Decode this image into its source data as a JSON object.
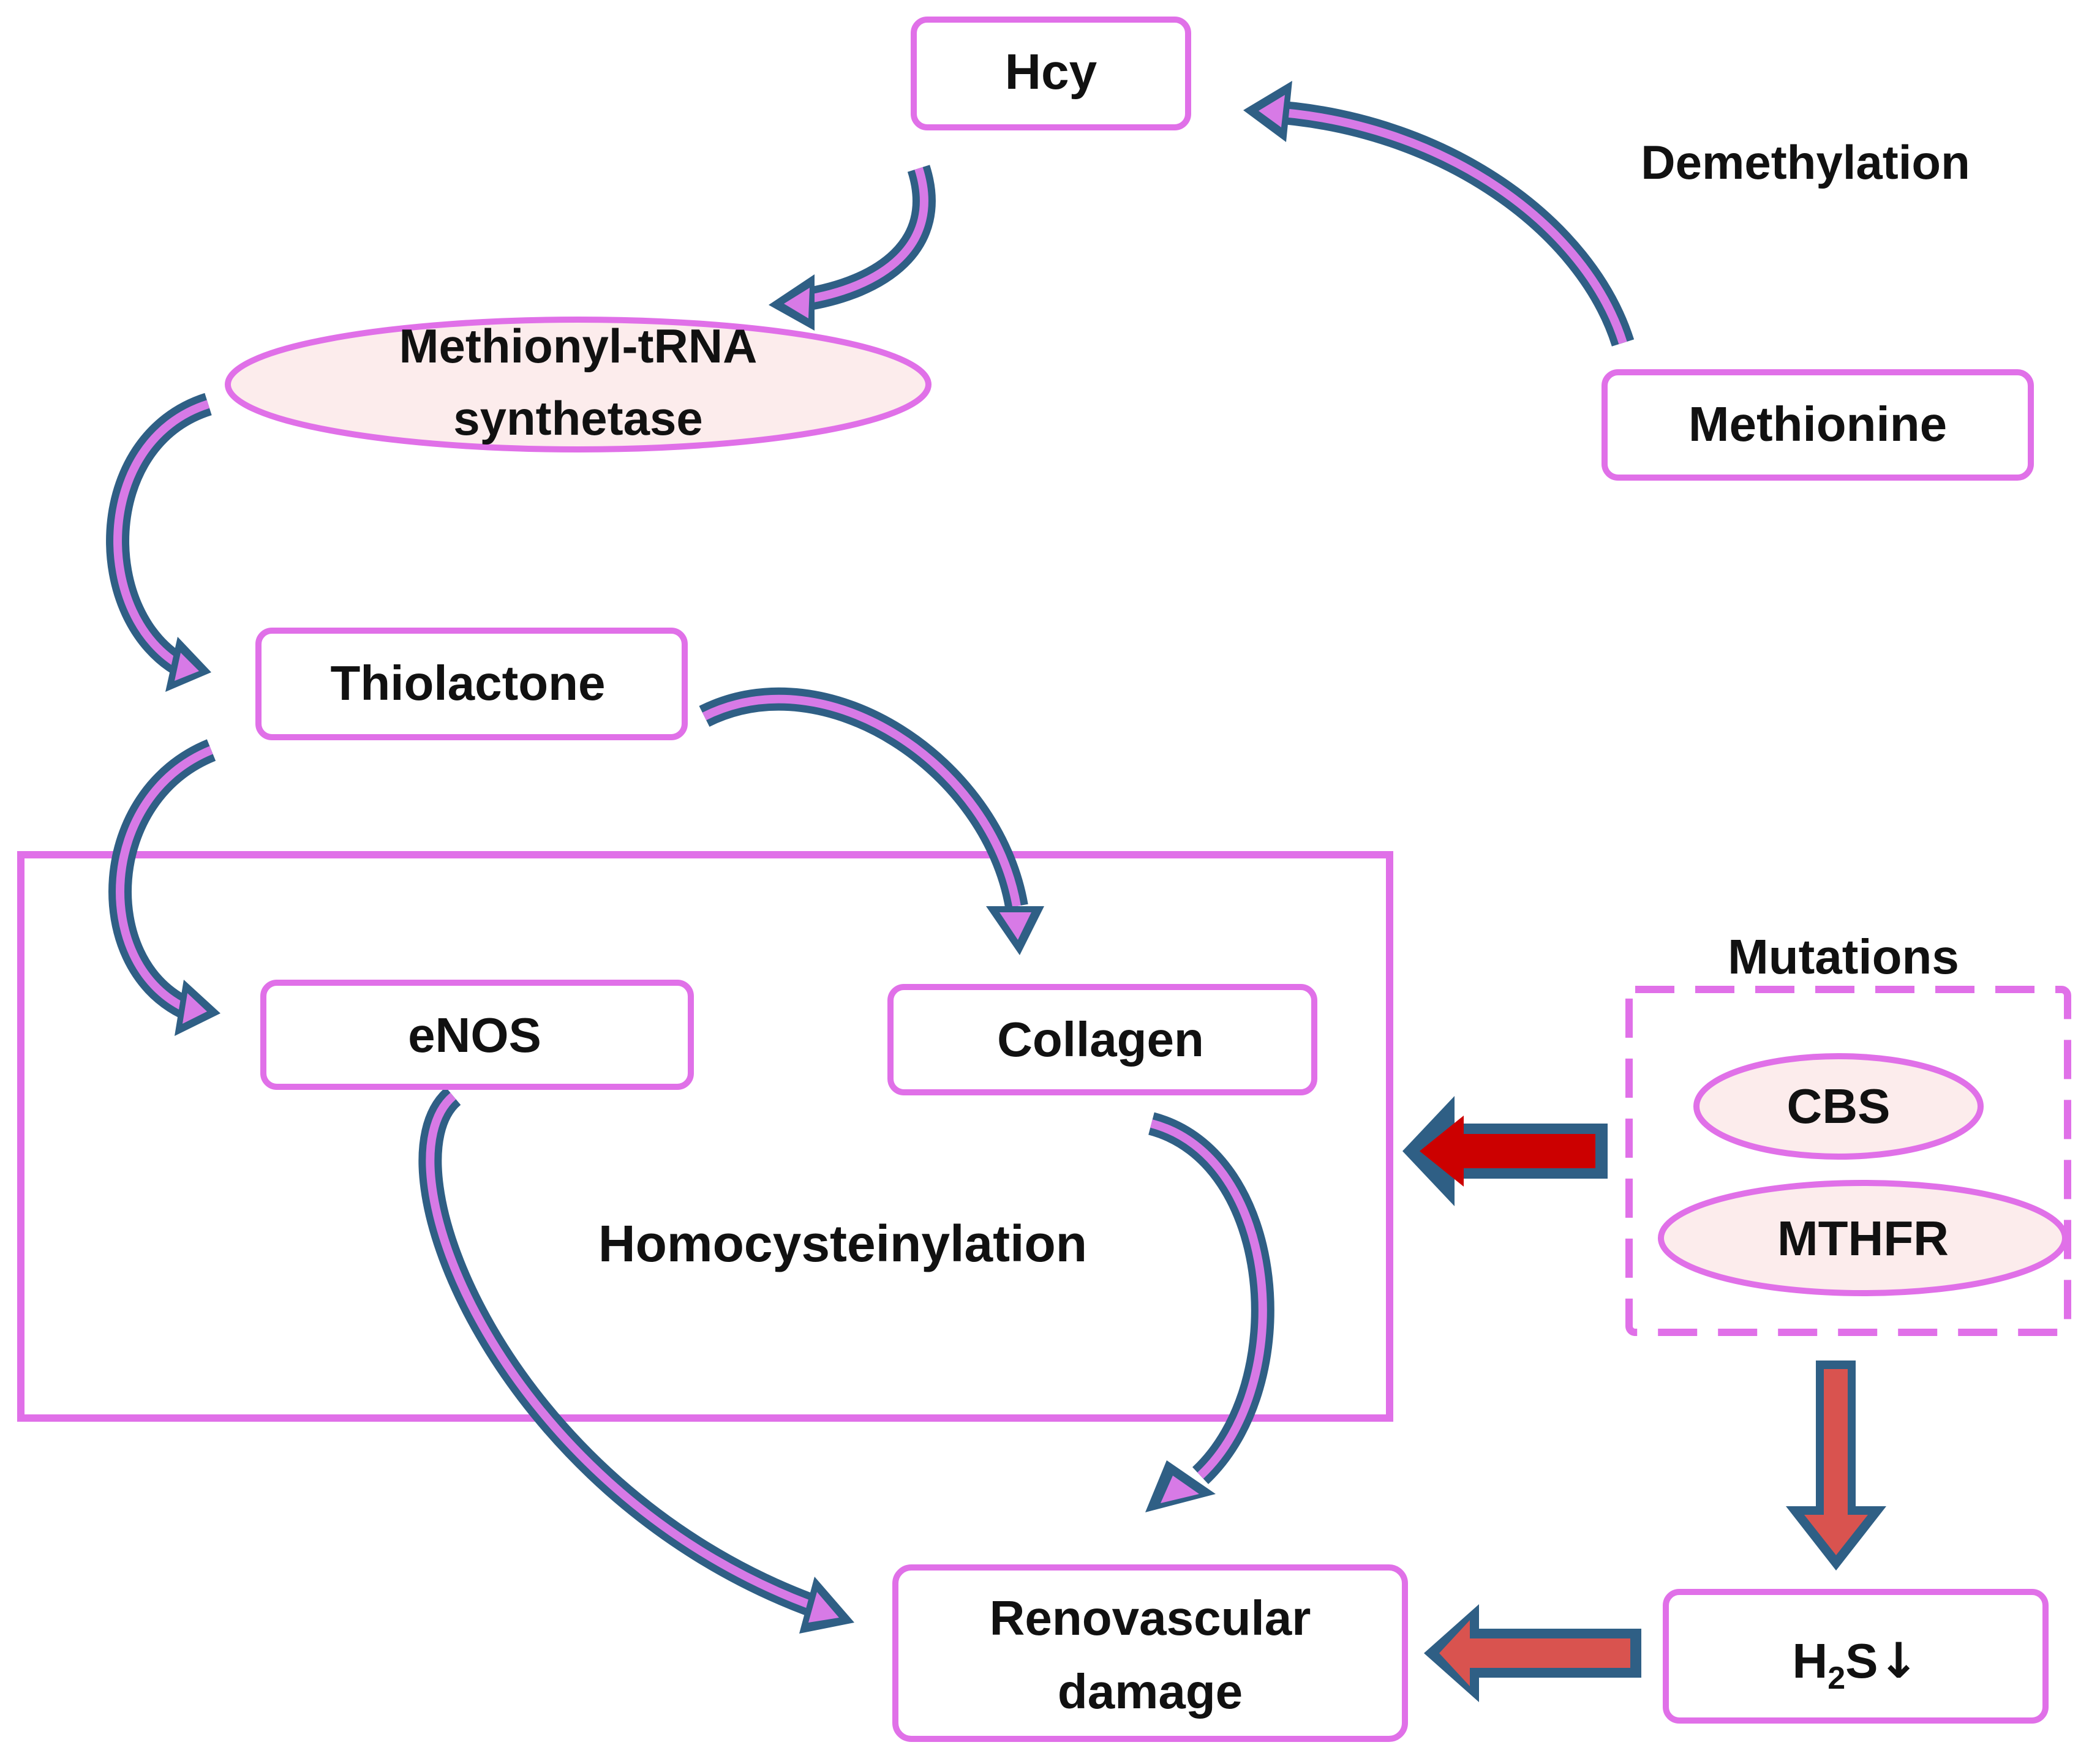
{
  "colors": {
    "box_border": "#e070e8",
    "ellipse_fill": "#fcecec",
    "arrow_outline": "#2f5f85",
    "arrow_fill": "#d77ae6",
    "block_arrow_red": "#cc0000",
    "block_arrow_salmon": "#d9534f"
  },
  "nodes": {
    "hcy": "Hcy",
    "methionine": "Methionine",
    "demethylation": "Demethylation",
    "methionyl_trna_line1": "Methionyl-tRNA",
    "methionyl_trna_line2": "synthetase",
    "thiolactone": "Thiolactone",
    "enos": "eNOS",
    "collagen": "Collagen",
    "homocysteinylation": "Homocysteinylation",
    "mutations": "Mutations",
    "cbs": "CBS",
    "mthfr": "MTHFR",
    "h2s_h": "H",
    "h2s_sub": "2",
    "h2s_s": "S",
    "h2s_arrow": "↓",
    "renovascular_line1": "Renovascular",
    "renovascular_line2": "damage"
  }
}
